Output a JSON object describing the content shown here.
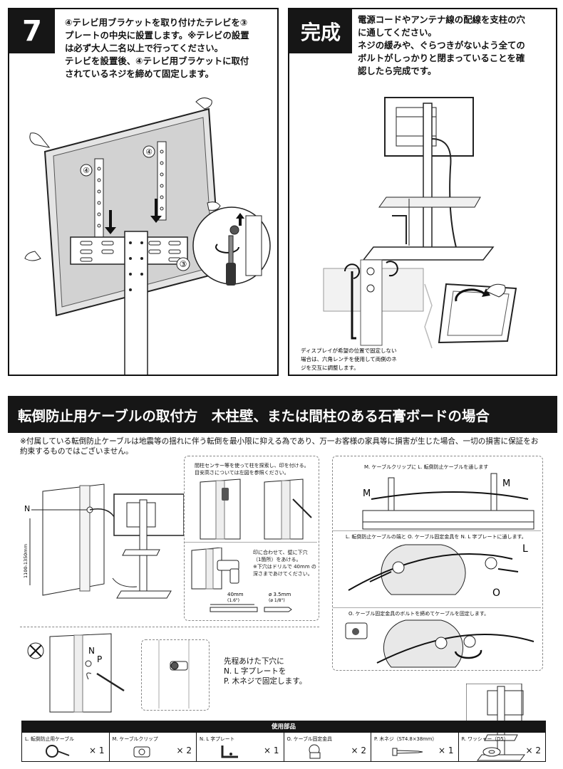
{
  "step7": {
    "number": "7",
    "lines": [
      "④テレビ用ブラケットを取り付けたテレビを③",
      "プレートの中央に設置します。※テレビの設置",
      "は必ず大人二名以上で行ってください。",
      "テレビを設置後、④テレビ用ブラケットに取付",
      "されているネジを締めて固定します。"
    ],
    "labels": {
      "bracket_a": "④",
      "bracket_b": "④",
      "plate": "③"
    }
  },
  "complete": {
    "title": "完成",
    "lines": [
      "電源コードやアンテナ線の配線を支柱の穴",
      "に通してください。",
      "ネジの緩みや、ぐらつきがないよう全ての",
      "ボルトがしっかりと閉まっていることを確",
      "認したら完成です。"
    ],
    "note_lines": [
      "ディスプレイが希望の位置で固定しない",
      "場合は、六角レンチを使用して両側のネ",
      "ジを交互に調整します。"
    ]
  },
  "cable_section": {
    "title": "転倒防止用ケーブルの取付方　木柱壁、または間柱のある石膏ボードの場合",
    "disclaimer_lines": [
      "※付属している転倒防止ケーブルは地震等の揺れに伴う転倒を最小限に抑える為であり、万一お客様の家具等に損害が生じた場合、一切の損害に保証をお",
      "約束するものではございません。"
    ],
    "left_labels": {
      "n": "N",
      "height": "1100-1350mm"
    },
    "sensor_note_lines": [
      "間柱センサー等を使って柱を探索し、印を付ける。",
      "目安高さについては左図を参照ください。"
    ],
    "drill_note_lines": [
      "印に合わせて、壁に下穴",
      "（1箇所）をあける。",
      "※下穴はドリルで 40mm の",
      "深さまであけてください。"
    ],
    "drill_depth": "40mm",
    "drill_depth_in": "(1.6\")",
    "drill_diameter": "ø 3.5mm",
    "drill_diameter_in": "(ø 1/8\")",
    "screw_labels": {
      "n": "N",
      "p": "P"
    },
    "screw_note_lines": [
      "先程あけた下穴に",
      "N. L 字プレートを",
      "P. 木ネジで固定します。"
    ],
    "right_steps": {
      "m_text": "M. ケーブルクリップに L. 転倒防止ケーブルを通します",
      "m_label_left": "M",
      "m_label_right": "M",
      "l_text": "L. 転倒防止ケーブルの端と O. ケーブル固定金具を N. L 字プレートに通します。",
      "l_label": "L",
      "o_label": "O",
      "o_text": "O. ケーブル固定金具のボルトを締めてケーブルを固定します。"
    }
  },
  "parts": {
    "title": "使用部品",
    "items": [
      {
        "name": "L. 転倒防止用ケーブル",
        "qty": "× 1"
      },
      {
        "name": "M. ケーブルクリップ",
        "qty": "× 2"
      },
      {
        "name": "N. L 字プレート",
        "qty": "× 1"
      },
      {
        "name": "O. ケーブル固定金具",
        "qty": "× 2"
      },
      {
        "name": "P. 木ネジ（ST4.8×38mm）",
        "qty": "× 1"
      },
      {
        "name": "R. ワッシャー（D5）",
        "qty": "× 2"
      }
    ]
  }
}
